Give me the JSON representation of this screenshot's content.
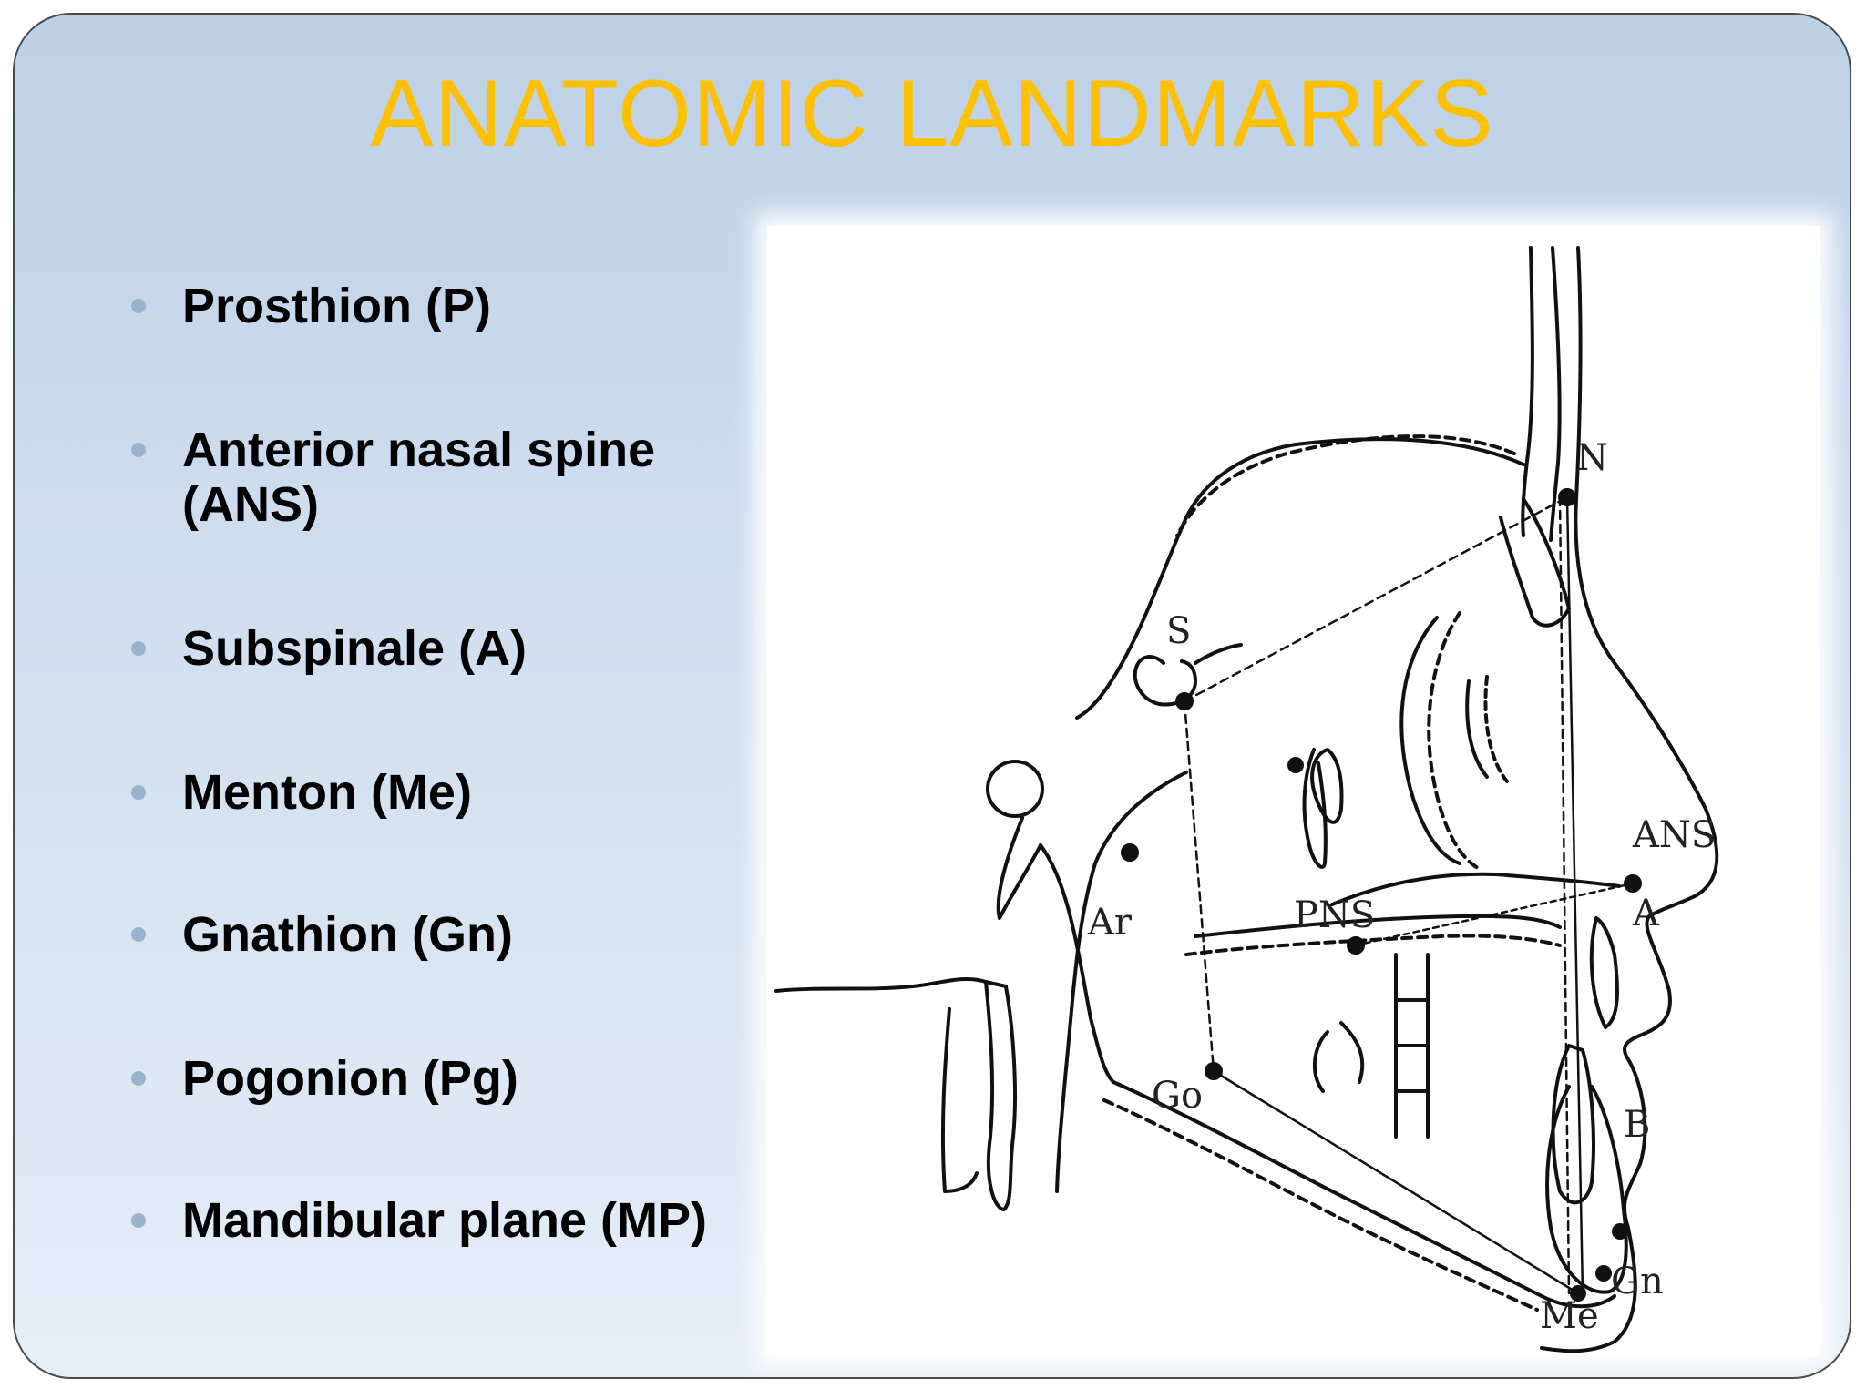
{
  "slide": {
    "title": "ANATOMIC LANDMARKS",
    "title_color": "#ffc000",
    "bullets": [
      "Prosthion (P)",
      "Anterior nasal spine (ANS)",
      "Subspinale (A)",
      "Menton (Me)",
      "Gnathion (Gn)",
      "Pogonion (Pg)",
      "Mandibular plane (MP)"
    ]
  },
  "diagram": {
    "labels": {
      "n": "N",
      "s": "S",
      "ar": "Ar",
      "pns": "PNS",
      "ans": "ANS",
      "a": "A",
      "go": "Go",
      "b": "B",
      "gn": "Gn",
      "me": "Me"
    }
  }
}
